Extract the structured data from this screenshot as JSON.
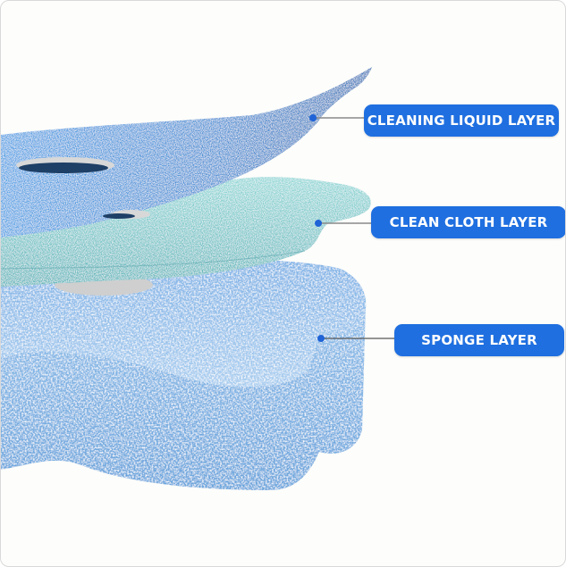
{
  "diagram": {
    "subject": "layered cleaning pad (exploded view)",
    "layers": [
      {
        "id": "liquid",
        "label": "CLEANING LIQUID LAYER",
        "color": "#4a90d6"
      },
      {
        "id": "cloth",
        "label": "CLEAN CLOTH LAYER",
        "color": "#6cc3c7"
      },
      {
        "id": "sponge",
        "label": "SPONGE LAYER",
        "color": "#5f9fdc"
      }
    ],
    "label_color": "#1f6fe0",
    "callout_dot_color": "#1f63d6",
    "leader_line_color": "#8a8a8a"
  }
}
